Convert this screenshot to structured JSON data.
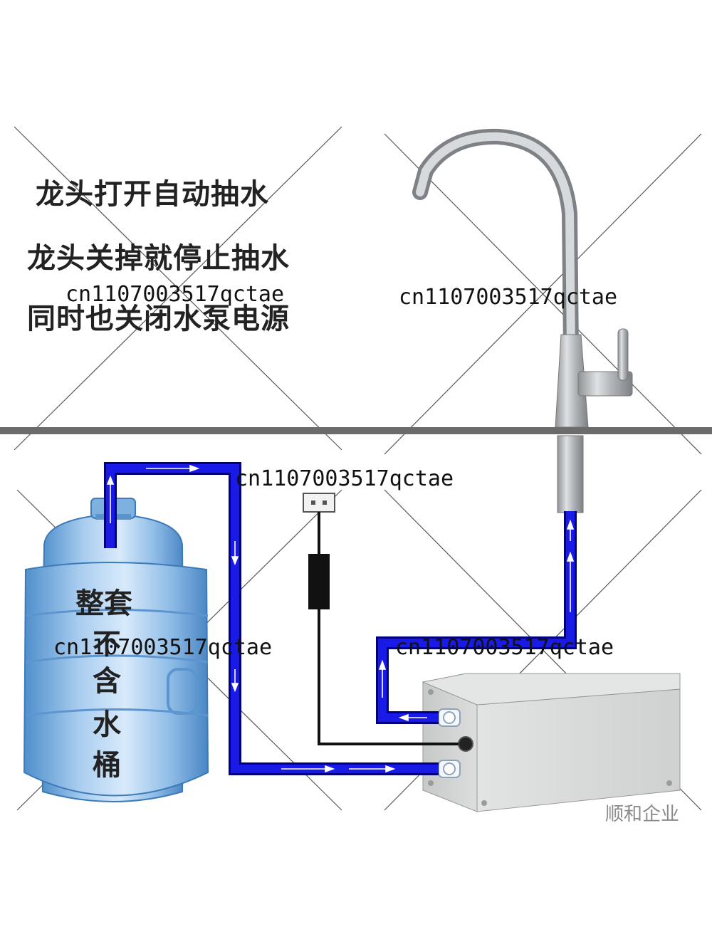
{
  "headlines": [
    "龙头打开自动抽水",
    "龙头关掉就停止抽水",
    "同时也关闭水泵电源"
  ],
  "watermark": "cn1107003517qctae",
  "bottle_caption": {
    "line1": "整套",
    "vertical": [
      "不",
      "含",
      "水",
      "桶"
    ]
  },
  "brand_credit": "顺和企业",
  "colors": {
    "pipe": "#1a1ae6",
    "pipe_outline": "#000080",
    "counter_line": "#6b6b6b",
    "power_cable": "#111111",
    "bottle_tint": "#7fb2e0",
    "faucet_metal": "#b8bcc0",
    "pump_box": "#d2d4d3"
  },
  "icons": [
    "faucet",
    "water-bottle",
    "pump-box",
    "power-plug",
    "power-adapter",
    "flow-arrow"
  ]
}
